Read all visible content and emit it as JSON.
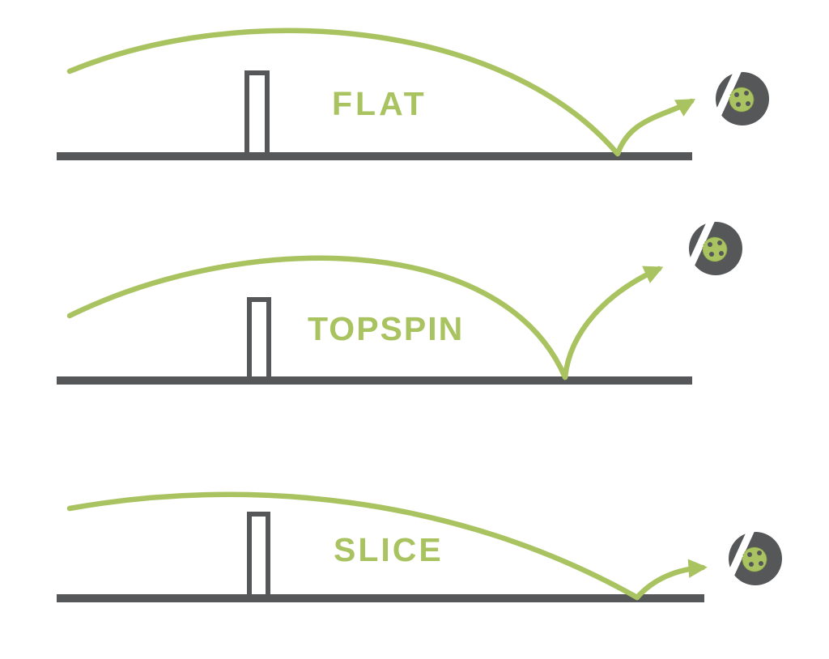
{
  "colors": {
    "green": "#a9c360",
    "gray": "#565759",
    "background": "#ffffff"
  },
  "panels": [
    {
      "id": "flat",
      "label": "FLAT"
    },
    {
      "id": "topspin",
      "label": "TOPSPIN"
    },
    {
      "id": "slice",
      "label": "SLICE"
    }
  ],
  "icons": {
    "ball": "pickleball-icon",
    "arrow": "arrowhead-icon",
    "net": "net-post",
    "ground": "ground-line"
  }
}
